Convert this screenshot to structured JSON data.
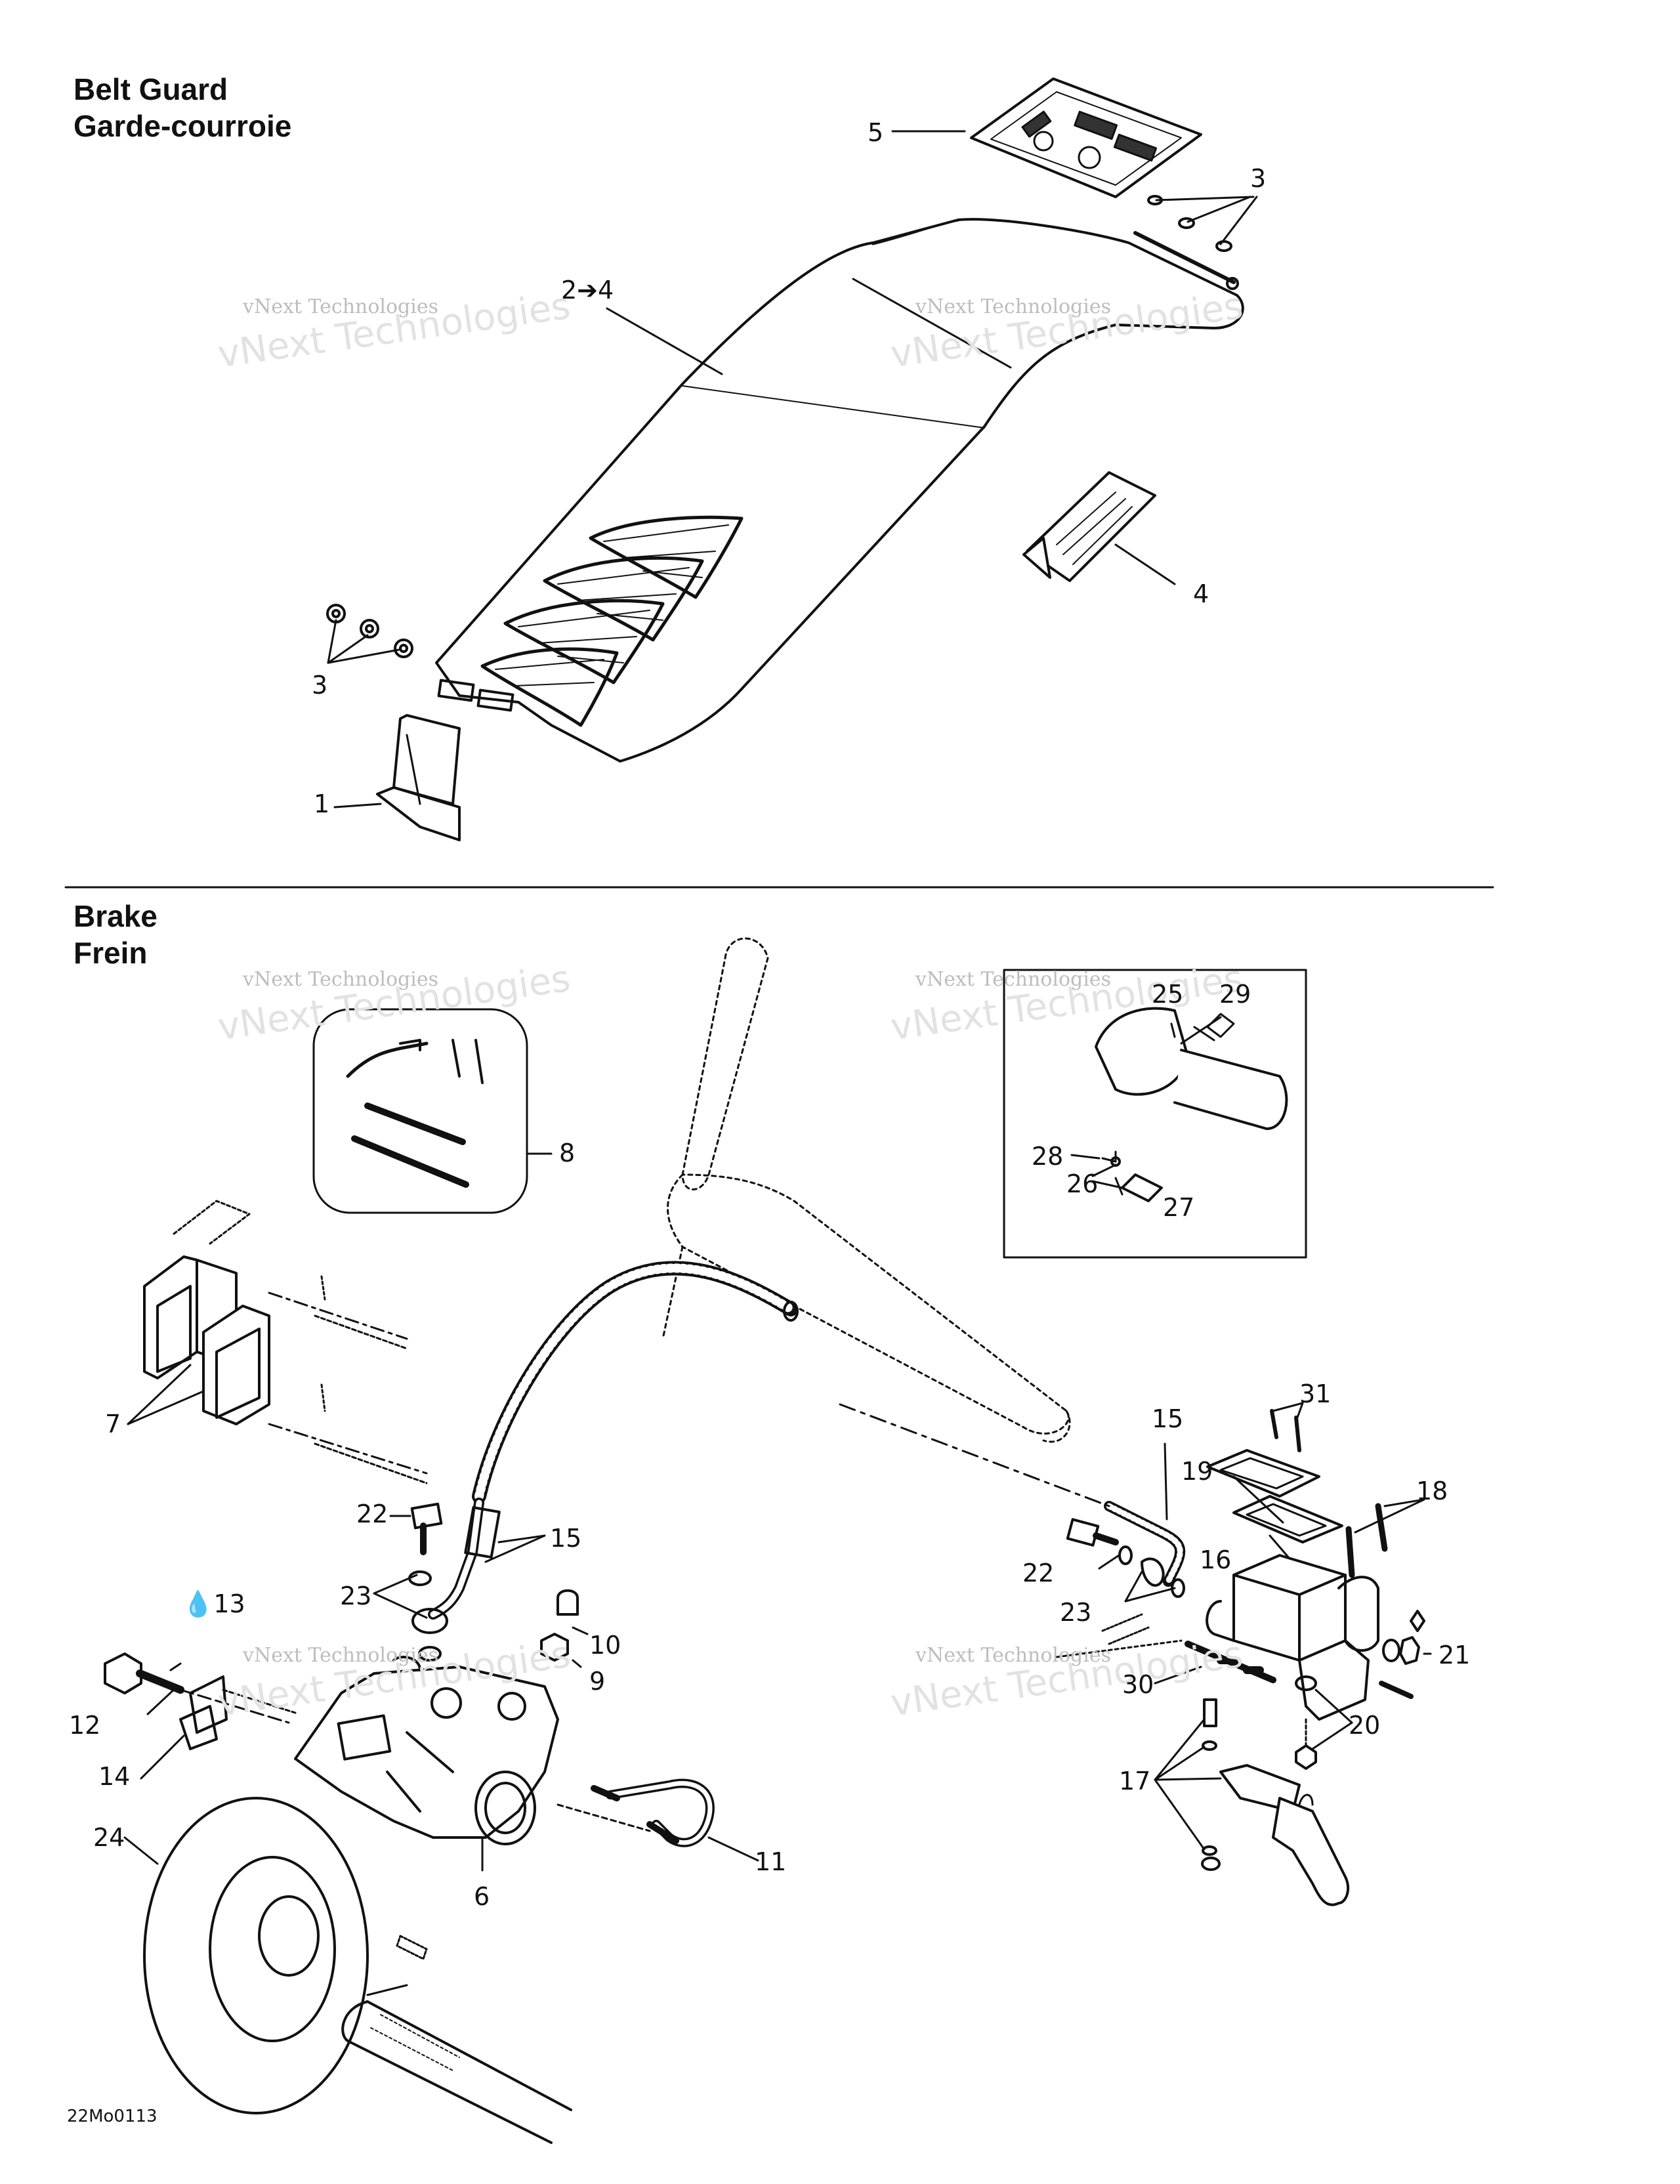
{
  "sections": {
    "belt_guard": {
      "title_en": "Belt Guard",
      "title_fr": "Garde-courroie"
    },
    "brake": {
      "title_en": "Brake",
      "title_fr": "Frein"
    }
  },
  "callouts": {
    "c1": "1",
    "c2to4": "2➔4",
    "c3a": "3",
    "c3b": "3",
    "c4": "4",
    "c5": "5",
    "c6": "6",
    "c7": "7",
    "c8": "8",
    "c9": "9",
    "c10": "10",
    "c11": "11",
    "c12": "12",
    "c13": "13",
    "c14": "14",
    "c15a": "15",
    "c15b": "15",
    "c16": "16",
    "c17": "17",
    "c18": "18",
    "c19": "19",
    "c20": "20",
    "c21": "21",
    "c22a": "22",
    "c22b": "22",
    "c23a": "23",
    "c23b": "23",
    "c24": "24",
    "c25": "25",
    "c26": "26",
    "c27": "27",
    "c28": "28",
    "c29": "29",
    "c30": "30",
    "c31": "31"
  },
  "diagram_code": "22Mo0113",
  "watermark": {
    "line1": "vNext Technologies",
    "line2": "vNext Technologies"
  },
  "colors": {
    "ink": "#111111",
    "watermark": "#c8c8c8",
    "background": "#ffffff"
  }
}
